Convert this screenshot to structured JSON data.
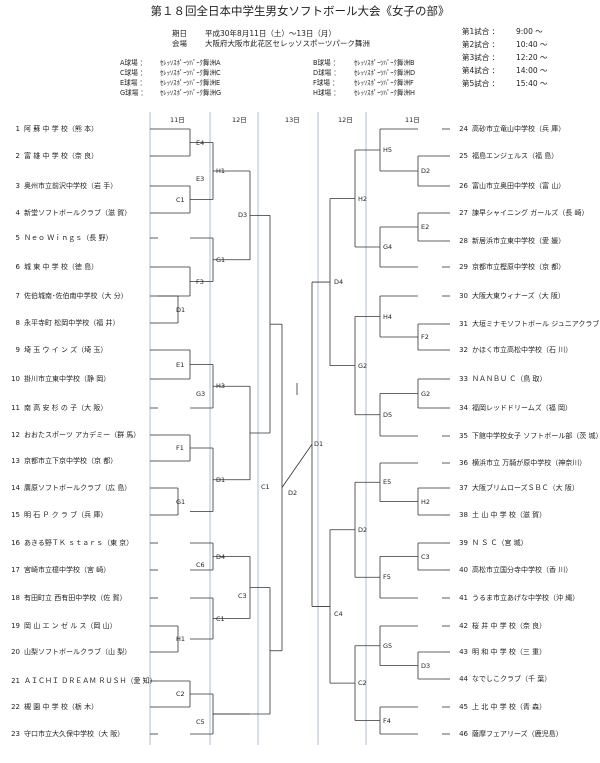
{
  "title": "第１８回全日本中学生男女ソフトボール大会《女子の部》",
  "header": {
    "period_label": "期日",
    "period_value": "平成30年8月11日（土）～13日（月）",
    "venue_label": "会場",
    "venue_value": "大阪府大阪市此花区セレッソスポーツパーク舞洲"
  },
  "fields": [
    {
      "label": "A球場 ：",
      "value": "ｾﾚｯｿｽﾎﾟｰﾂﾊﾟｰｸ舞洲A"
    },
    {
      "label": "B球場 ：",
      "value": "ｾﾚｯｿｽﾎﾟｰﾂﾊﾟｰｸ舞洲B"
    },
    {
      "label": "C球場 ：",
      "value": "ｾﾚｯｿｽﾎﾟｰﾂﾊﾟｰｸ舞洲C"
    },
    {
      "label": "D球場 ：",
      "value": "ｾﾚｯｿｽﾎﾟｰﾂﾊﾟｰｸ舞洲D"
    },
    {
      "label": "E球場 ：",
      "value": "ｾﾚｯｿｽﾎﾟｰﾂﾊﾟｰｸ舞洲E"
    },
    {
      "label": "F球場 ：",
      "value": "ｾﾚｯｿｽﾎﾟｰﾂﾊﾟｰｸ舞洲F"
    },
    {
      "label": "G球場 ：",
      "value": "ｾﾚｯｿｽﾎﾟｰﾂﾊﾟｰｸ舞洲G"
    },
    {
      "label": "H球場 ：",
      "value": "ｾﾚｯｿｽﾎﾟｰﾂﾊﾟｰｸ舞洲H"
    }
  ],
  "schedule": [
    {
      "label": "第1試合 ：",
      "time": "9:00 ～"
    },
    {
      "label": "第2試合 ：",
      "time": "10:40 ～"
    },
    {
      "label": "第3試合 ：",
      "time": "12:20 ～"
    },
    {
      "label": "第4試合 ：",
      "time": "14:00 ～"
    },
    {
      "label": "第5試合 ：",
      "time": "15:40 ～"
    }
  ],
  "round_headers": [
    "11日",
    "12日",
    "13日",
    "12日",
    "11日"
  ],
  "teams_left": [
    {
      "no": "1",
      "name": "阿 蘇 中 学 校（熊 本）"
    },
    {
      "no": "2",
      "name": "富 雄 中 学 校（奈 良）"
    },
    {
      "no": "3",
      "name": "奥州市立前沢中学校（岩 手）"
    },
    {
      "no": "4",
      "name": "新堂ソフトボールクラブ（滋 賀）"
    },
    {
      "no": "5",
      "name": "Ｎｅｏ Ｗｉｎｇｓ（長 野）"
    },
    {
      "no": "6",
      "name": "城 東 中 学 校（徳 島）"
    },
    {
      "no": "7",
      "name": "佐伯城南･佐伯南中学校（大 分）"
    },
    {
      "no": "8",
      "name": "永平寺町 松岡中学校（福 井）"
    },
    {
      "no": "9",
      "name": "埼 玉 ウ イ ン ズ（埼 玉）"
    },
    {
      "no": "10",
      "name": "掛川市立東中学校（静 岡）"
    },
    {
      "no": "11",
      "name": "南 高 安 杉 の 子（大 阪）"
    },
    {
      "no": "12",
      "name": "おおたスポーツ アカデミー（群 馬）"
    },
    {
      "no": "13",
      "name": "京都市立下京中学校（京 都）"
    },
    {
      "no": "14",
      "name": "廣原ソフトボールクラブ（広 島）"
    },
    {
      "no": "15",
      "name": "明 石 Ｐ ク ラ ブ（兵 庫）"
    },
    {
      "no": "16",
      "name": "あきる野ＴＫ ｓｔａｒｓ（東 京）"
    },
    {
      "no": "17",
      "name": "宮崎市立檍中学校（宮 崎）"
    },
    {
      "no": "18",
      "name": "有田町立 西有田中学校（佐 賀）"
    },
    {
      "no": "19",
      "name": "岡 山 エ ン ゼ ル ス（岡 山）"
    },
    {
      "no": "20",
      "name": "山梨ソフトボールクラブ（山 梨）"
    },
    {
      "no": "21",
      "name": "ＡＩＣＨＩ ＤＲＥＡＭ ＲＵＳＨ（愛 知）"
    },
    {
      "no": "22",
      "name": "槻 園 中 学 校（栃 木）"
    },
    {
      "no": "23",
      "name": "守口市立大久保中学校（大 阪）"
    }
  ],
  "teams_right": [
    {
      "no": "24",
      "name": "高砂市立竜山中学校（兵 庫）"
    },
    {
      "no": "25",
      "name": "福島エンジェルス（福 島）"
    },
    {
      "no": "26",
      "name": "富山市立奥田中学校（富 山）"
    },
    {
      "no": "27",
      "name": "諫早シャイニング ガールズ（長 崎）"
    },
    {
      "no": "28",
      "name": "新居浜市立東中学校（愛 媛）"
    },
    {
      "no": "29",
      "name": "京都市立樫原中学校（京 都）"
    },
    {
      "no": "30",
      "name": "大阪大東ウィナーズ（大 阪）"
    },
    {
      "no": "31",
      "name": "大垣ミナモソフトボール ジュニアクラブ（岐 阜）"
    },
    {
      "no": "32",
      "name": "かほく市立高松中学校（石 川）"
    },
    {
      "no": "33",
      "name": "ＮＡＮＢＵ Ｃ（鳥 取）"
    },
    {
      "no": "34",
      "name": "福岡レッドドリームズ（福 岡）"
    },
    {
      "no": "35",
      "name": "下館中学校女子 ソフトボール部（茨 城）"
    },
    {
      "no": "36",
      "name": "横浜市立 万騎が原中学校（神奈川）"
    },
    {
      "no": "37",
      "name": "大阪ブリムローズＳＢＣ（大 阪）"
    },
    {
      "no": "38",
      "name": "土 山 中 学 校（滋 賀）"
    },
    {
      "no": "39",
      "name": "Ｎ Ｓ Ｃ（宮 城）"
    },
    {
      "no": "40",
      "name": "高松市立国分寺中学校（香 川）"
    },
    {
      "no": "41",
      "name": "うるま市立あげな中学校（沖 縄）"
    },
    {
      "no": "42",
      "name": "桜 井 中 学 校（奈 良）"
    },
    {
      "no": "43",
      "name": "明 和 中 学 校（三 重）"
    },
    {
      "no": "44",
      "name": "なでしこクラブ（千 葉）"
    },
    {
      "no": "45",
      "name": "上 北 中 学 校（青 森）"
    },
    {
      "no": "46",
      "name": "薩摩フェアリーズ（鹿児島）"
    }
  ],
  "match_labels": {
    "l_r1": [
      "E4",
      "C1",
      "F3",
      "D1",
      "E1",
      "F1",
      "G1",
      "H1",
      "C2"
    ],
    "l_r2": [
      "E3",
      "G3",
      "C6",
      "C5"
    ],
    "l_r3": [
      "H1",
      "G1",
      "H3",
      "D1",
      "D4",
      "C1"
    ],
    "l_qf": [
      "D3",
      "C3"
    ],
    "l_sf": "C1",
    "final": "D2",
    "r_sf": "D1",
    "r_qf": [
      "D4",
      "C4"
    ],
    "r_r3": [
      "H2",
      "G2",
      "D2",
      "C2"
    ],
    "r_r2": [
      "H5",
      "G4",
      "H4",
      "D5",
      "E5",
      "F5",
      "G5",
      "F4"
    ],
    "r_r1": [
      "D2",
      "E2",
      "F2",
      "G2",
      "H2",
      "C3",
      "D3"
    ]
  }
}
